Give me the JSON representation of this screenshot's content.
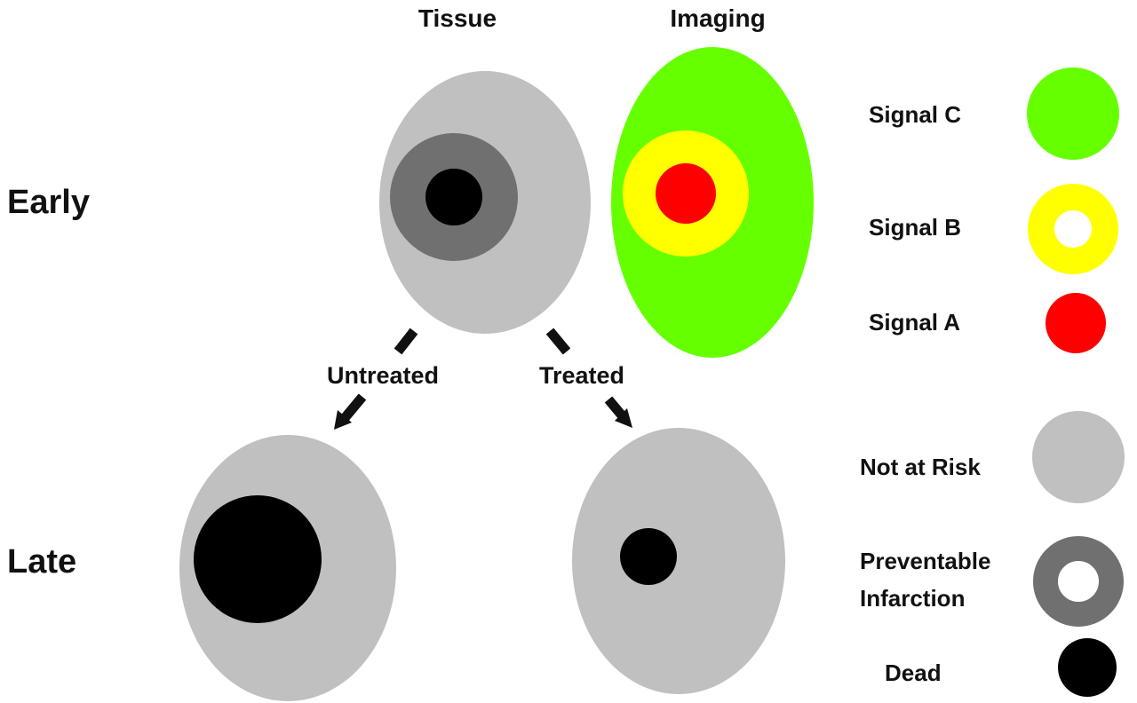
{
  "column_labels": {
    "tissue": "Tissue",
    "imaging": "Imaging"
  },
  "row_labels": {
    "early": "Early",
    "late": "Late"
  },
  "branch_labels": {
    "untreated": "Untreated",
    "treated": "Treated"
  },
  "legend": {
    "signal_c": "Signal C",
    "signal_b": "Signal B",
    "signal_a": "Signal A",
    "not_at_risk": "Not at Risk",
    "preventable_1": "Preventable",
    "preventable_2": "Infarction",
    "dead": "Dead"
  },
  "colors": {
    "not_at_risk": "#c0c0c0",
    "preventable": "#707070",
    "dead": "#000000",
    "signal_c": "#66ff00",
    "signal_b": "#ffff00",
    "signal_a": "#ff0000"
  }
}
